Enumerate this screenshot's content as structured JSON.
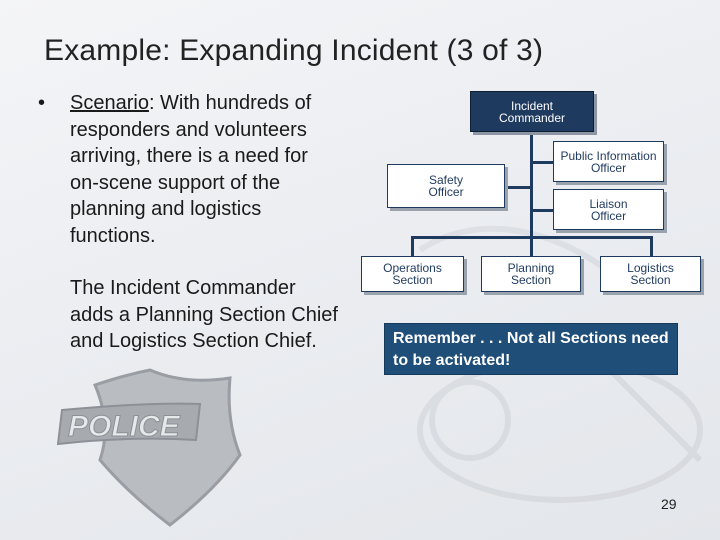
{
  "title": "Example:  Expanding Incident (3 of 3)",
  "bullet": {
    "symbol": "•",
    "scenario_label": "Scenario",
    "scenario_text": ":  With hundreds of responders and volunteers arriving, there is a need for on-scene support of the planning and logistics functions.",
    "paragraph2": "The Incident Commander adds a Planning Section Chief and Logistics Section Chief."
  },
  "org_chart": {
    "incident_commander": "Incident Commander",
    "public_information_officer": "Public Information Officer",
    "safety_officer": "Safety Officer",
    "liaison_officer": "Liaison Officer",
    "sections": [
      "Operations Section",
      "Planning Section",
      "Logistics Section"
    ]
  },
  "callout": "Remember . . . Not all Sections need to be activated!",
  "badge_text": "POLICE",
  "page_number": "29",
  "colors": {
    "navy": "#1f3a5f",
    "callout_blue": "#1f4e79",
    "badge_silver": "#b9bcc0"
  }
}
